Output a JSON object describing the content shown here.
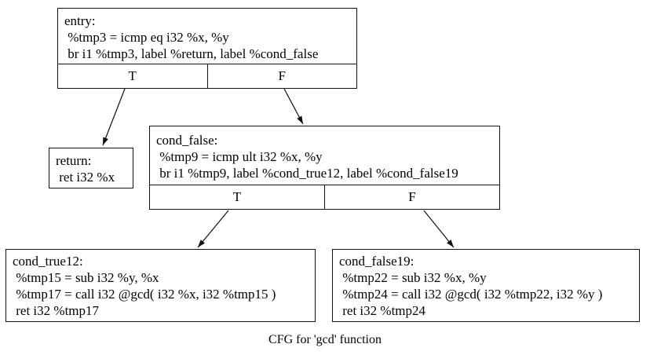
{
  "caption": "CFG for 'gcd' function",
  "nodes": {
    "entry": {
      "lines": [
        "entry:",
        " %tmp3 = icmp eq i32 %x, %y",
        " br i1 %tmp3, label %return, label %cond_false"
      ],
      "port_true": "T",
      "port_false": "F"
    },
    "return": {
      "lines": [
        "return:",
        " ret i32 %x"
      ]
    },
    "cond_false": {
      "lines": [
        "cond_false:",
        " %tmp9 = icmp ult i32 %x, %y",
        " br i1 %tmp9, label %cond_true12, label %cond_false19"
      ],
      "port_true": "T",
      "port_false": "F"
    },
    "cond_true12": {
      "lines": [
        "cond_true12:",
        " %tmp15 = sub i32 %y, %x",
        " %tmp17 = call i32 @gcd( i32 %x, i32 %tmp15 )",
        " ret i32 %tmp17"
      ]
    },
    "cond_false19": {
      "lines": [
        "cond_false19:",
        " %tmp22 = sub i32 %x, %y",
        " %tmp24 = call i32 @gcd( i32 %tmp22, i32 %y )",
        " ret i32 %tmp24"
      ]
    }
  },
  "edges": [
    {
      "from": "entry",
      "port": "T",
      "to": "return"
    },
    {
      "from": "entry",
      "port": "F",
      "to": "cond_false"
    },
    {
      "from": "cond_false",
      "port": "T",
      "to": "cond_true12"
    },
    {
      "from": "cond_false",
      "port": "F",
      "to": "cond_false19"
    }
  ],
  "colors": {
    "background": "#ffffff",
    "border": "#111111",
    "text": "#000000"
  }
}
